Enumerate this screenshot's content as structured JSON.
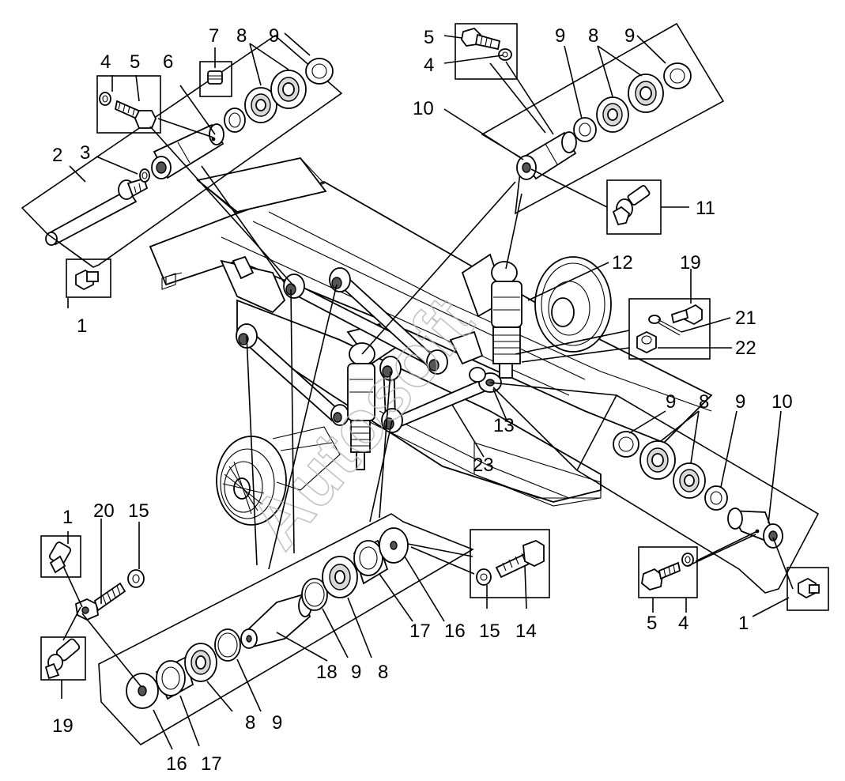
{
  "watermark": "Autosoft",
  "callouts": [
    {
      "id": "c1a",
      "text": "1"
    },
    {
      "id": "c2",
      "text": "2"
    },
    {
      "id": "c3",
      "text": "3"
    },
    {
      "id": "c4a",
      "text": "4"
    },
    {
      "id": "c5a",
      "text": "5"
    },
    {
      "id": "c6",
      "text": "6"
    },
    {
      "id": "c7",
      "text": "7"
    },
    {
      "id": "c8a",
      "text": "8"
    },
    {
      "id": "c9a",
      "text": "9"
    },
    {
      "id": "c5b",
      "text": "5"
    },
    {
      "id": "c4b",
      "text": "4"
    },
    {
      "id": "c9b",
      "text": "9"
    },
    {
      "id": "c8b",
      "text": "8"
    },
    {
      "id": "c9c",
      "text": "9"
    },
    {
      "id": "c10a",
      "text": "10"
    },
    {
      "id": "c11",
      "text": "11"
    },
    {
      "id": "c12",
      "text": "12"
    },
    {
      "id": "c19a",
      "text": "19"
    },
    {
      "id": "c21",
      "text": "21"
    },
    {
      "id": "c22",
      "text": "22"
    },
    {
      "id": "c9d",
      "text": "9"
    },
    {
      "id": "c8c",
      "text": "8"
    },
    {
      "id": "c9e",
      "text": "9"
    },
    {
      "id": "c10b",
      "text": "10"
    },
    {
      "id": "c13",
      "text": "13"
    },
    {
      "id": "c23",
      "text": "23"
    },
    {
      "id": "c5c",
      "text": "5"
    },
    {
      "id": "c4c",
      "text": "4"
    },
    {
      "id": "c1b",
      "text": "1"
    },
    {
      "id": "c1c",
      "text": "1"
    },
    {
      "id": "c20",
      "text": "20"
    },
    {
      "id": "c15a",
      "text": "15"
    },
    {
      "id": "c19b",
      "text": "19"
    },
    {
      "id": "c16a",
      "text": "16"
    },
    {
      "id": "c17a",
      "text": "17"
    },
    {
      "id": "c8d",
      "text": "8"
    },
    {
      "id": "c9f",
      "text": "9"
    },
    {
      "id": "c18",
      "text": "18"
    },
    {
      "id": "c9g",
      "text": "9"
    },
    {
      "id": "c8e",
      "text": "8"
    },
    {
      "id": "c17b",
      "text": "17"
    },
    {
      "id": "c16b",
      "text": "16"
    },
    {
      "id": "c15b",
      "text": "15"
    },
    {
      "id": "c14",
      "text": "14"
    }
  ]
}
